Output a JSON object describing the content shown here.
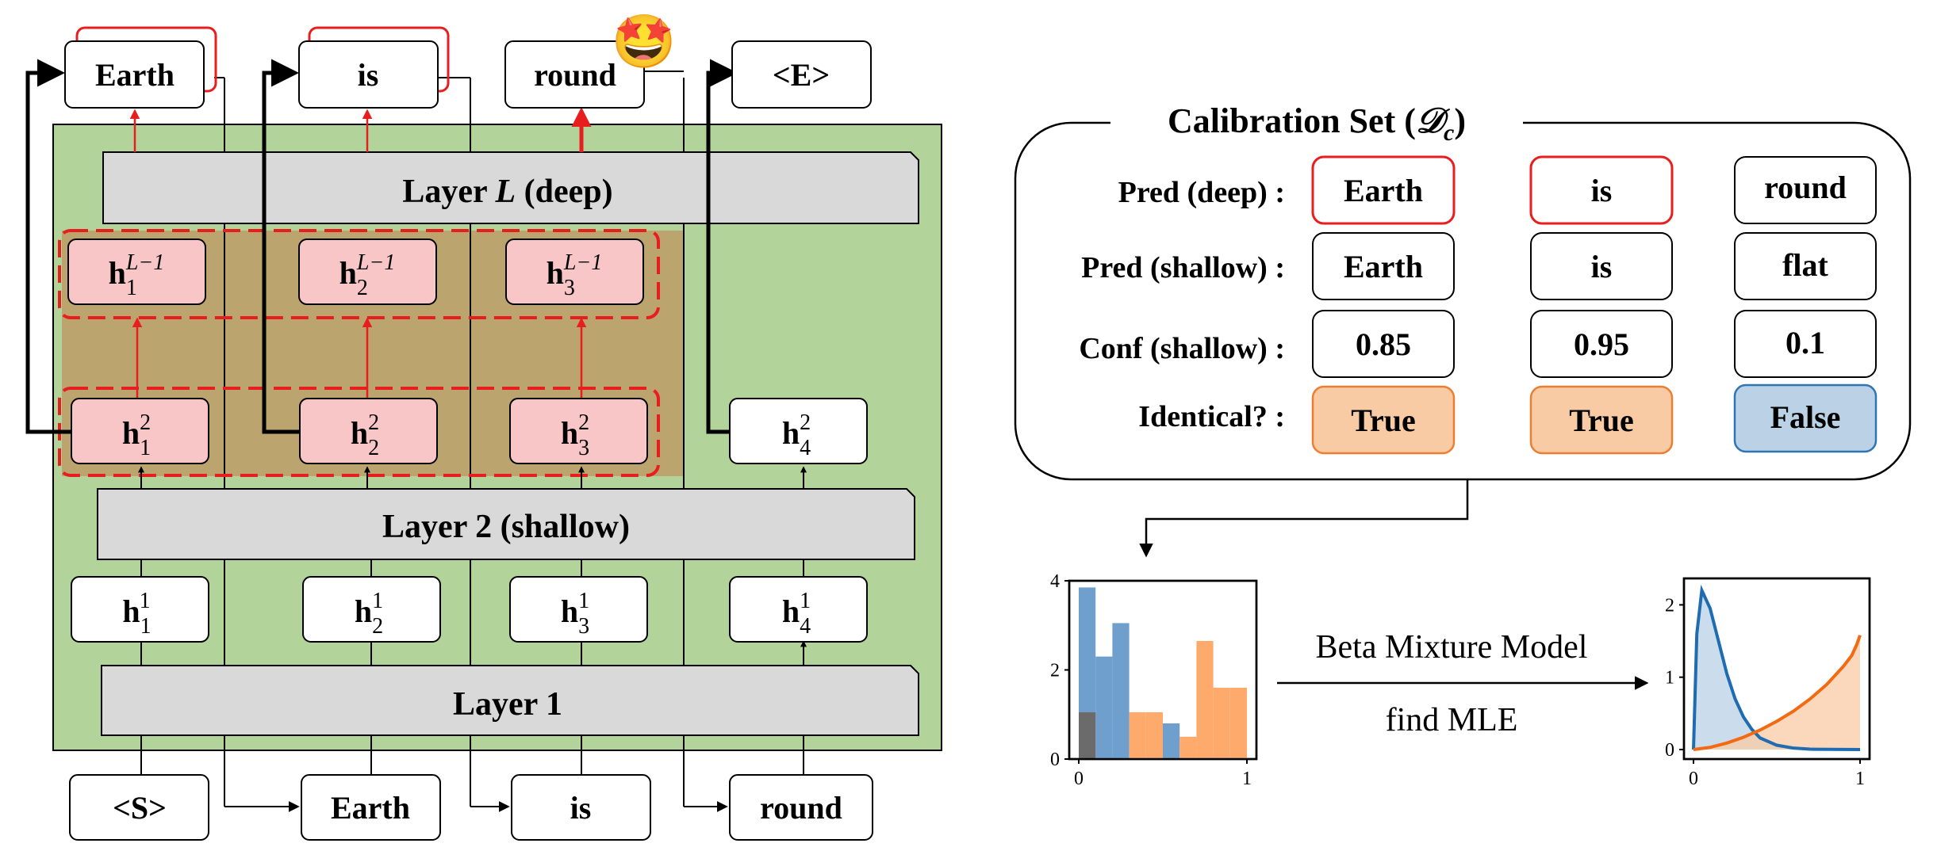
{
  "left": {
    "output_tokens": [
      "Earth",
      "is",
      "round",
      "<E>"
    ],
    "input_tokens": [
      "<S>",
      "Earth",
      "is",
      "round"
    ],
    "layer_deep": "Layer L (deep)",
    "layer_shallow": "Layer 2 (shallow)",
    "layer_1": "Layer 1",
    "hidden_top": [
      {
        "base": "h",
        "sub": "1",
        "sup": "L−1"
      },
      {
        "base": "h",
        "sub": "2",
        "sup": "L−1"
      },
      {
        "base": "h",
        "sub": "3",
        "sup": "L−1"
      }
    ],
    "hidden_mid": [
      {
        "base": "h",
        "sub": "1",
        "sup": "2"
      },
      {
        "base": "h",
        "sub": "2",
        "sup": "2"
      },
      {
        "base": "h",
        "sub": "3",
        "sup": "2"
      },
      {
        "base": "h",
        "sub": "4",
        "sup": "2"
      }
    ],
    "hidden_low": [
      {
        "base": "h",
        "sub": "1",
        "sup": "1"
      },
      {
        "base": "h",
        "sub": "2",
        "sup": "1"
      },
      {
        "base": "h",
        "sub": "3",
        "sup": "1"
      },
      {
        "base": "h",
        "sub": "4",
        "sup": "1"
      }
    ],
    "emoji": "🤩"
  },
  "calibration": {
    "title_prefix": "Calibration Set (",
    "title_symbol": "𝒟",
    "title_sub": "c",
    "title_suffix": ")",
    "row_labels": [
      "Pred (deep) :",
      "Pred (shallow) :",
      "Conf (shallow) :",
      "Identical? :"
    ],
    "columns": [
      {
        "deep": "Earth",
        "shallow": "Earth",
        "conf": "0.85",
        "identical": "True"
      },
      {
        "deep": "is",
        "shallow": "is",
        "conf": "0.95",
        "identical": "True"
      },
      {
        "deep": "round",
        "shallow": "flat",
        "conf": "0.1",
        "identical": "False"
      }
    ]
  },
  "arrow_text": {
    "line1": "Beta Mixture Model",
    "line2": "find MLE"
  },
  "colors": {
    "green": "#b2d49b",
    "olive": "#bca46e",
    "pink": "#f9c6c7",
    "red": "#e81e1e",
    "gray": "#d9d9d9",
    "orange_fill": "#f9cba4",
    "orange_stroke": "#ed7d31",
    "blue_fill": "#bad1e6",
    "blue_stroke": "#2e75b6",
    "hist_blue": "#6f9fcd",
    "hist_orange": "#fdaa6c",
    "hist_overlap": "#6b6b6b",
    "curve_blue": "#1f6cb0",
    "curve_orange": "#f26a12"
  },
  "chart_data": [
    {
      "type": "bar",
      "title": "",
      "xlim": [
        0,
        1
      ],
      "ylim": [
        0,
        4
      ],
      "xticks": [
        "0",
        "1"
      ],
      "yticks": [
        "0",
        "2",
        "4"
      ],
      "bin_width": 0.1,
      "series": [
        {
          "color": "blue",
          "bins": [
            [
              0.0,
              3.85
            ],
            [
              0.1,
              2.3
            ],
            [
              0.2,
              3.05
            ],
            [
              0.5,
              0.8
            ]
          ]
        },
        {
          "color": "orange",
          "bins": [
            [
              0.0,
              1.05
            ],
            [
              0.3,
              1.05
            ],
            [
              0.4,
              1.05
            ],
            [
              0.6,
              0.5
            ],
            [
              0.7,
              2.65
            ],
            [
              0.8,
              1.6
            ],
            [
              0.9,
              1.6
            ]
          ]
        }
      ]
    },
    {
      "type": "area",
      "title": "",
      "xlim": [
        0,
        1
      ],
      "ylim": [
        0,
        2.3
      ],
      "xticks": [
        "0",
        "1"
      ],
      "yticks": [
        "0",
        "1",
        "2"
      ],
      "series": [
        {
          "color": "blue",
          "points": [
            [
              0,
              0
            ],
            [
              0.02,
              1.6
            ],
            [
              0.05,
              2.2
            ],
            [
              0.1,
              1.95
            ],
            [
              0.15,
              1.5
            ],
            [
              0.2,
              1.05
            ],
            [
              0.25,
              0.7
            ],
            [
              0.3,
              0.45
            ],
            [
              0.35,
              0.28
            ],
            [
              0.4,
              0.16
            ],
            [
              0.5,
              0.06
            ],
            [
              0.6,
              0.02
            ],
            [
              0.7,
              0.005
            ],
            [
              1.0,
              0
            ]
          ]
        },
        {
          "color": "orange",
          "points": [
            [
              0,
              0
            ],
            [
              0.1,
              0.03
            ],
            [
              0.2,
              0.09
            ],
            [
              0.3,
              0.17
            ],
            [
              0.4,
              0.27
            ],
            [
              0.5,
              0.39
            ],
            [
              0.6,
              0.53
            ],
            [
              0.7,
              0.7
            ],
            [
              0.8,
              0.9
            ],
            [
              0.9,
              1.15
            ],
            [
              0.95,
              1.3
            ],
            [
              0.98,
              1.45
            ],
            [
              1.0,
              1.58
            ]
          ]
        }
      ]
    }
  ]
}
